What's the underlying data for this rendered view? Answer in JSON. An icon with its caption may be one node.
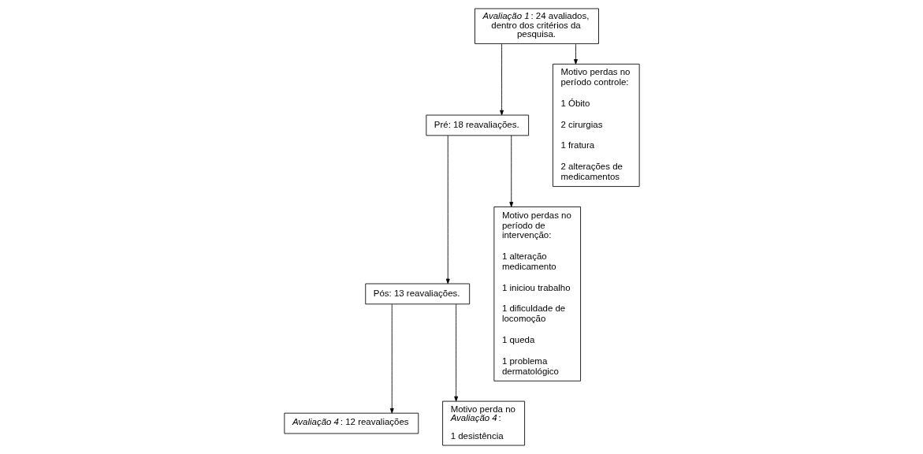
{
  "diagram": {
    "nodes": [
      {
        "text": [
          "*Avaliação 1*: 24 avaliados, dentro dos critérios da pesquisa."
        ]
      },
      {
        "text": [
          "Pré: 18 reavaliações."
        ]
      },
      {
        "text": [
          "Pós: 13 reavaliações."
        ]
      },
      {
        "text": [
          "*Avaliação 4*: 12 reavaliações"
        ]
      },
      {
        "text": [
          "Motivo perdas no período de intervenção:",
          "1 alteração medicamento",
          "1 iniciou trabalho",
          "1 dificuldade de locomoção",
          "1 queda",
          "1 problema dermatológico"
        ]
      },
      {
        "text": [
          "Motivo perdas no período controle:",
          "1 Óbito",
          "2 cirurgias",
          "1 fratura",
          "2 alterações de medicamentos"
        ]
      },
      {
        "text": [
          "Motivo perda no *Avaliação 4*:",
          "1 desistência"
        ]
      }
    ],
    "edges": [
      {
        "from": 0,
        "to": 1,
        "arrow": "to"
      },
      {
        "from": 0,
        "to": 5,
        "arrow": "to"
      },
      {
        "from": 1,
        "to": 2,
        "arrow": "to"
      },
      {
        "from": 1,
        "to": 4,
        "arrow": "to"
      },
      {
        "from": 2,
        "to": 3,
        "arrow": "to"
      },
      {
        "from": 2,
        "to": 6,
        "arrow": "to"
      }
    ]
  }
}
